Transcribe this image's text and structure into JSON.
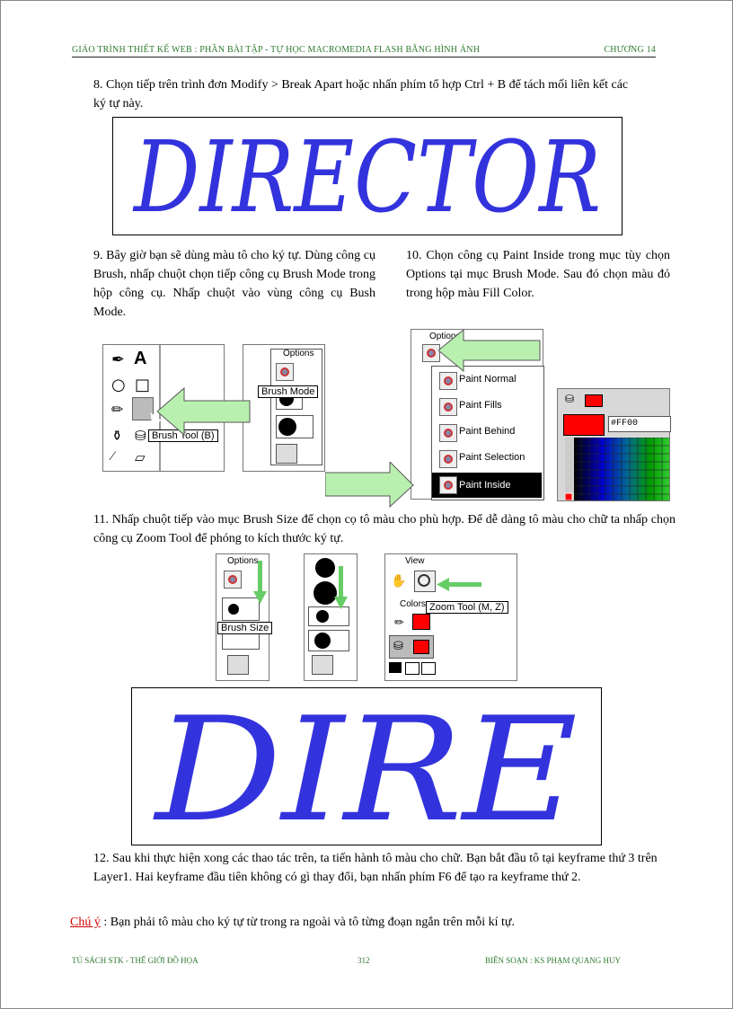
{
  "header": {
    "left": "GIÁO TRÌNH THIẾT KẾ WEB : PHẦN BÀI TẬP - TỰ HỌC MACROMEDIA FLASH BẰNG HÌNH ẢNH",
    "right": "CHƯƠNG 14"
  },
  "steps": {
    "s8": "8.  Chọn tiếp trên trình đơn Modify > Break Apart hoặc nhấn phím tổ hợp Ctrl + B để tách mối liên kết các ký tự này.",
    "s9": "9.  Bây giờ bạn sẽ dùng màu tô cho ký tự. Dùng công cụ Brush, nhấp chuột chọn tiếp công cụ Brush Mode trong hộp công cụ. Nhấp chuột vào vùng công cụ Bush Mode.",
    "s10": "10. Chọn công cụ Paint Inside trong mục tùy chọn Options tại mục Brush Mode. Sau đó chọn màu đỏ trong hộp màu Fill Color.",
    "s11": "11. Nhấp chuột tiếp vào mục Brush Size để chọn cọ tô màu cho phù hợp. Để dễ dàng tô màu cho chữ ta nhấp chọn công cụ Zoom Tool để phóng to kích thước ký tự.",
    "s12": "12. Sau khi thực hiện xong các thao tác trên, ta tiến hành tô màu cho chữ. Bạn bắt đầu tô tại keyframe thứ 3 trên Layer1. Hai keyframe đầu tiên không có gì thay đổi, bạn nhấn phím F6 để tạo ra keyframe thứ 2."
  },
  "note": {
    "label": "Chú ý",
    "text": ": Bạn phải tô màu cho ký tự từ trong ra ngoài và tô từng đoạn ngắn trên mỗi kí tự."
  },
  "banners": {
    "director": "DIRECTOR",
    "dire": "DIRE"
  },
  "tooltips": {
    "brush_mode": "Brush Mode",
    "brush_tool": "Brush Tool (B)",
    "brush_size": "Brush Size",
    "zoom_tool": "Zoom Tool (M, Z)"
  },
  "panel_labels": {
    "options": "Options",
    "view": "View",
    "colors": "Colors",
    "hex": "#FF00"
  },
  "brush_modes": [
    "Paint Normal",
    "Paint Fills",
    "Paint Behind",
    "Paint Selection",
    "Paint Inside"
  ],
  "footer": {
    "left": "TỦ SÁCH STK - THẾ GIỚI ĐỒ HỌA",
    "center": "312",
    "right": "BIÊN SOẠN : KS PHẠM QUANG HUY"
  },
  "colors": {
    "accent_green": "#2f7a2f",
    "letter_blue": "#3333dd",
    "fill_red": "#ff0000",
    "arrow_green": "#b9f0b0"
  }
}
